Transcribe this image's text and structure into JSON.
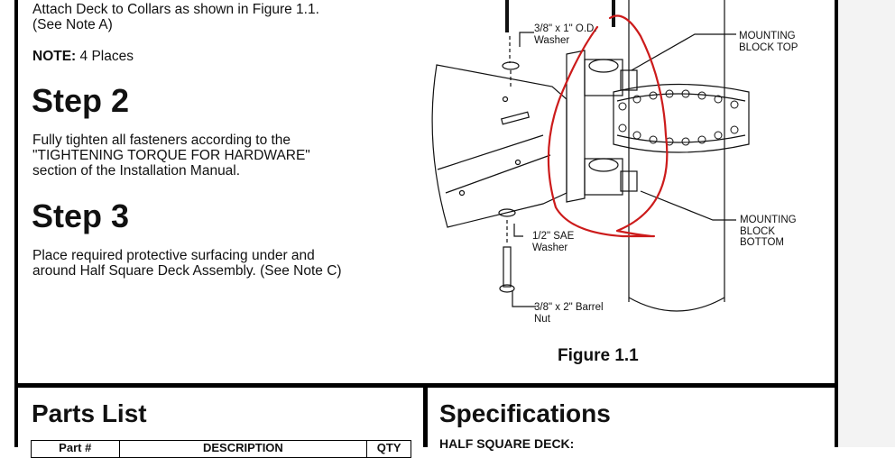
{
  "top_text": {
    "line1": "Attach Deck to Collars as shown in Figure 1.1.",
    "line2": "(See Note A)",
    "note_label": "NOTE:",
    "note_value": "4 Places"
  },
  "step2": {
    "heading": "Step 2",
    "line1": "Fully tighten all fasteners according to the",
    "line2": "\"TIGHTENING TORQUE FOR HARDWARE\"",
    "line3": "section of the Installation Manual."
  },
  "step3": {
    "heading": "Step 3",
    "line1": "Place required protective surfacing under and",
    "line2": "around Half Square Deck Assembly. (See Note C)"
  },
  "figure": {
    "caption": "Figure 1.1",
    "callouts": {
      "washer_top_1": "3/8\" x 1\" O.D.",
      "washer_top_2": "Washer",
      "mount_top_1": "MOUNTING",
      "mount_top_2": "BLOCK TOP",
      "washer_bottom_1": "1/2\" SAE",
      "washer_bottom_2": "Washer",
      "mount_bottom_1": "MOUNTING",
      "mount_bottom_2": "BLOCK",
      "mount_bottom_3": "BOTTOM",
      "barrel_nut_1": "3/8\" x 2\" Barrel",
      "barrel_nut_2": "Nut"
    },
    "annotation_color": "#cc1b1b"
  },
  "parts_list": {
    "heading": "Parts List",
    "columns": [
      "Part #",
      "DESCRIPTION",
      "QTY"
    ]
  },
  "specifications": {
    "heading": "Specifications",
    "subheading": "HALF SQUARE DECK:"
  }
}
